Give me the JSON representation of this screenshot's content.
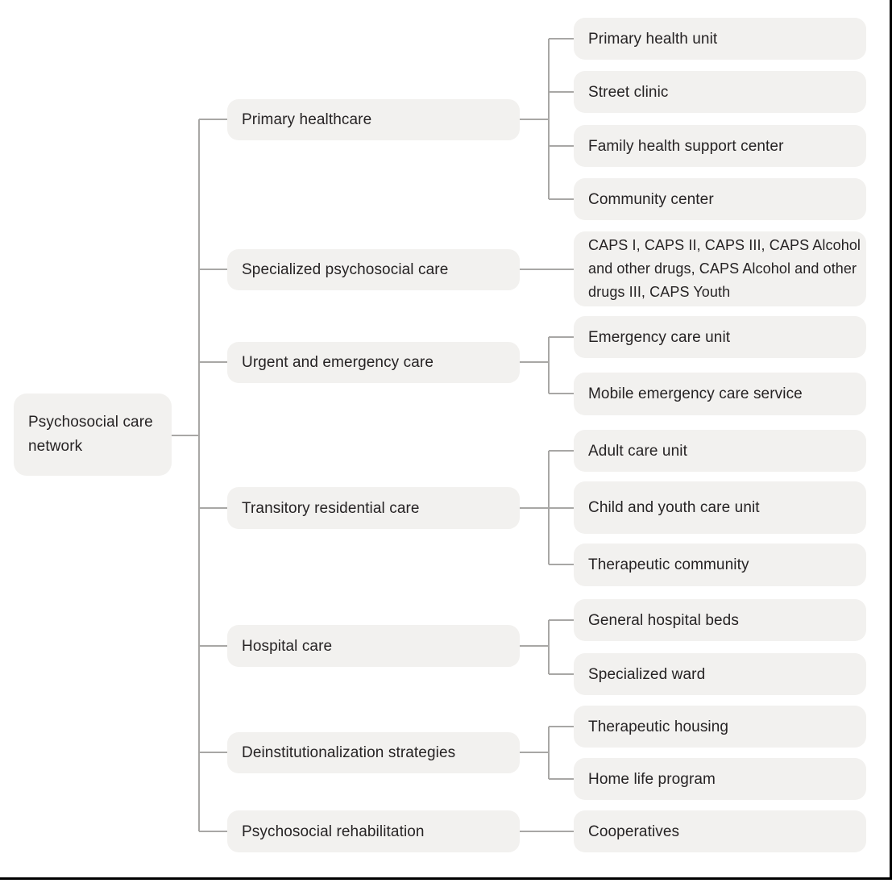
{
  "diagram": {
    "root": {
      "label": "Psychosocial care network"
    },
    "branches": [
      {
        "label": "Primary healthcare",
        "children": [
          "Primary health unit",
          "Street clinic",
          "Family health support center",
          "Community center"
        ]
      },
      {
        "label": "Specialized psychosocial care",
        "children": [
          "CAPS I, CAPS II, CAPS III, CAPS Alcohol and other drugs, CAPS Alcohol and other drugs III, CAPS Youth"
        ]
      },
      {
        "label": "Urgent and emergency care",
        "children": [
          "Emergency care unit",
          "Mobile emergency care service"
        ]
      },
      {
        "label": "Transitory residential care",
        "children": [
          "Adult care unit",
          "Child and youth care unit",
          "Therapeutic community"
        ]
      },
      {
        "label": "Hospital care",
        "children": [
          "General hospital beds",
          "Specialized ward"
        ]
      },
      {
        "label": "Deinstitutionalization strategies",
        "children": [
          "Therapeutic housing",
          "Home life program"
        ]
      },
      {
        "label": "Psychosocial rehabilitation",
        "children": [
          "Cooperatives"
        ]
      }
    ],
    "colors": {
      "box_fill": "#f2f1ef",
      "connector_line": "#a8a7a5",
      "text": "#262324",
      "page_border": "#000000"
    }
  }
}
